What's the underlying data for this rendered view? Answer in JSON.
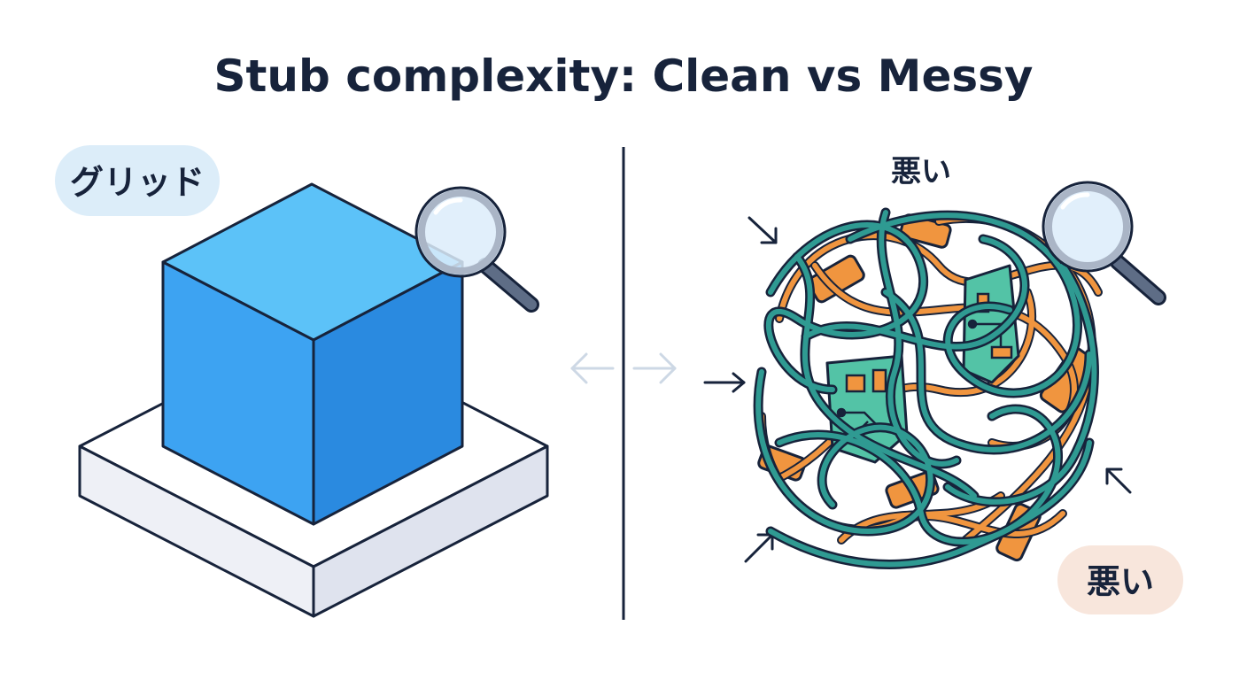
{
  "title": "Stub complexity: Clean vs Messy",
  "left_panel": {
    "badge_label": "グリッド",
    "cube_icon": "cube-icon",
    "magnifier_icon": "magnifier-icon"
  },
  "right_panel": {
    "heading": "悪い",
    "badge_label": "悪い",
    "tangle_icon": "tangled-wires-icon",
    "magnifier_icon": "magnifier-icon"
  },
  "center": {
    "arrow_icon": "double-arrow-icon"
  },
  "colors": {
    "text": "#17233b",
    "cube_front": "#3da3f2",
    "cube_side": "#2a8ae0",
    "cube_top": "#5cc2f8",
    "left_badge_bg": "#dcedf9",
    "right_badge_bg": "#f8e6dc",
    "wire_teal": "#2f9a92",
    "wire_orange": "#f0953f",
    "board_green": "#53c3a6"
  }
}
